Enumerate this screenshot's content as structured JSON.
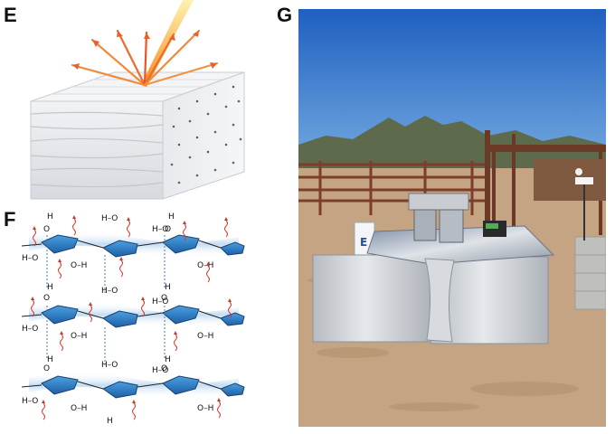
{
  "figure": {
    "panels": [
      {
        "letter": "E"
      },
      {
        "letter": "F"
      },
      {
        "letter": "G"
      }
    ]
  },
  "molecule": {
    "atom_o": "O",
    "atom_h": "H",
    "bond_label": "H–O",
    "bond_label_rev": "O–H",
    "hbond_label": "H–O",
    "hbond_label_rev": "O–H"
  },
  "photo": {
    "sign_text": "E"
  },
  "colors": {
    "ring_blue": "#2a7fc9",
    "sky_top": "#1e64c4",
    "sky_bottom": "#6fa6df",
    "ground": "#c9a887",
    "fence": "#7a3e2a",
    "foil": "#c8cdd2",
    "arrow_orange": "#f07a2a",
    "arrow_red": "#e0302a",
    "wavy_red": "#d9332b"
  }
}
